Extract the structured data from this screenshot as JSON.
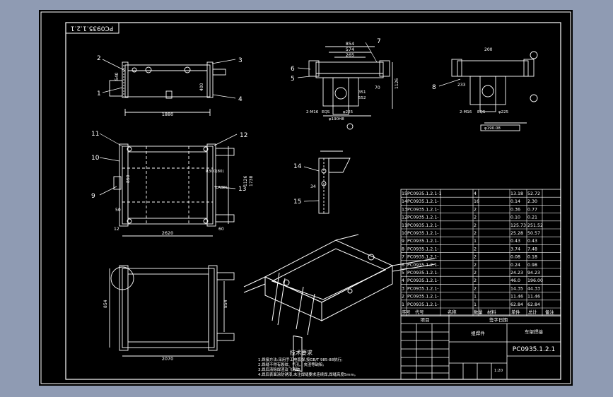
{
  "drawing": {
    "number_rotated": "PC0935.1.2.1",
    "title_block_code": "PC0935.1.2.1",
    "title_block_name_left": "组焊件",
    "title_block_name_right": "车架焊接",
    "title_block_header_left": "项目",
    "title_block_header_right": "签字日期",
    "notes_title": "技术要求",
    "notes": [
      "1.焊接方法:采用手工电弧焊,按GB/T 985-88执行;",
      "2.焊缝不得有裂纹、气孔、夹渣等缺陷;",
      "3.焊后清除焊渣及飞溅物;",
      "4.焊后表面涂防锈漆,未注焊缝要求连续焊,焊缝高度5mm。"
    ]
  },
  "views": {
    "top_left": {
      "callouts": [
        "1",
        "2",
        "3",
        "4"
      ],
      "dims": [
        "1880",
        "540",
        "400"
      ]
    },
    "top_middle": {
      "callouts": [
        "5",
        "6",
        "7"
      ],
      "dims": [
        "854",
        "574",
        "265",
        "1126",
        "70",
        "351",
        "552",
        "2-M16",
        "EQS",
        "φ225",
        "φ190H8"
      ]
    },
    "top_right": {
      "callouts": [
        "8"
      ],
      "dims": [
        "200",
        "233",
        "2-M16",
        "EQS",
        "φ225",
        "φ190.08"
      ]
    },
    "middle_left": {
      "callouts": [
        "9",
        "10",
        "11",
        "12",
        "13"
      ],
      "dims": [
        "2620",
        "1738",
        "1126",
        "850",
        "50",
        "12",
        "60",
        "R300(80)",
        "LABEL"
      ]
    },
    "middle_center": {
      "callouts": [
        "14",
        "15"
      ],
      "dims": [
        "34"
      ]
    },
    "bottom_left": {
      "dims": [
        "2070",
        "854",
        "854"
      ]
    }
  },
  "bom": {
    "rows": [
      {
        "no": "15",
        "code": "PC0935.1.2.1-1",
        "qty": "4",
        "mass": "13.18",
        "total": "52.72"
      },
      {
        "no": "14",
        "code": "PC0935.1.2.1-",
        "qty": "16",
        "mass": "0.14",
        "total": "2.30"
      },
      {
        "no": "13",
        "code": "PC0935.1.2.1-",
        "qty": "2",
        "mass": "0.36",
        "total": "0.77"
      },
      {
        "no": "12",
        "code": "PC0935.1.2.1-",
        "qty": "2",
        "mass": "0.10",
        "total": "0.21"
      },
      {
        "no": "11",
        "code": "PC0935.1.2.1-",
        "qty": "2",
        "mass": "125.73",
        "total": "251.52"
      },
      {
        "no": "10",
        "code": "PC0935.1.2.1-",
        "qty": "2",
        "mass": "25.28",
        "total": "50.57"
      },
      {
        "no": "9",
        "code": "PC0935.1.2.1-",
        "qty": "1",
        "mass": "0.43",
        "total": "0.43"
      },
      {
        "no": "8",
        "code": "PC0935.1.2.1-",
        "qty": "2",
        "mass": "3.74",
        "total": "7.48"
      },
      {
        "no": "7",
        "code": "PC0935.1.2.1-",
        "qty": "2",
        "mass": "0.08",
        "total": "0.18"
      },
      {
        "no": "6",
        "code": "PC0935.1.2.1-",
        "qty": "2",
        "mass": "0.24",
        "total": "0.98"
      },
      {
        "no": "5",
        "code": "PC0935.1.2.1-",
        "qty": "2",
        "mass": "24.23",
        "total": "94.23"
      },
      {
        "no": "4",
        "code": "PC0935.1.2.1-",
        "qty": "2",
        "mass": "46.0",
        "total": "196.00"
      },
      {
        "no": "3",
        "code": "PC0935.1.2.1-",
        "qty": "2",
        "mass": "14.35",
        "total": "44.33"
      },
      {
        "no": "2",
        "code": "PC0935.1.2.1-",
        "qty": "1",
        "mass": "11.46",
        "total": "11.46"
      },
      {
        "no": "1",
        "code": "PC0935.1.2.1-",
        "qty": "1",
        "mass": "62.84",
        "total": "62.84"
      }
    ],
    "header": {
      "no": "序号",
      "code": "代号",
      "name": "名称",
      "qty": "数量",
      "material": "材料",
      "mass": "单件",
      "total": "总计",
      "remark": "备注"
    },
    "scale": "1:20"
  }
}
